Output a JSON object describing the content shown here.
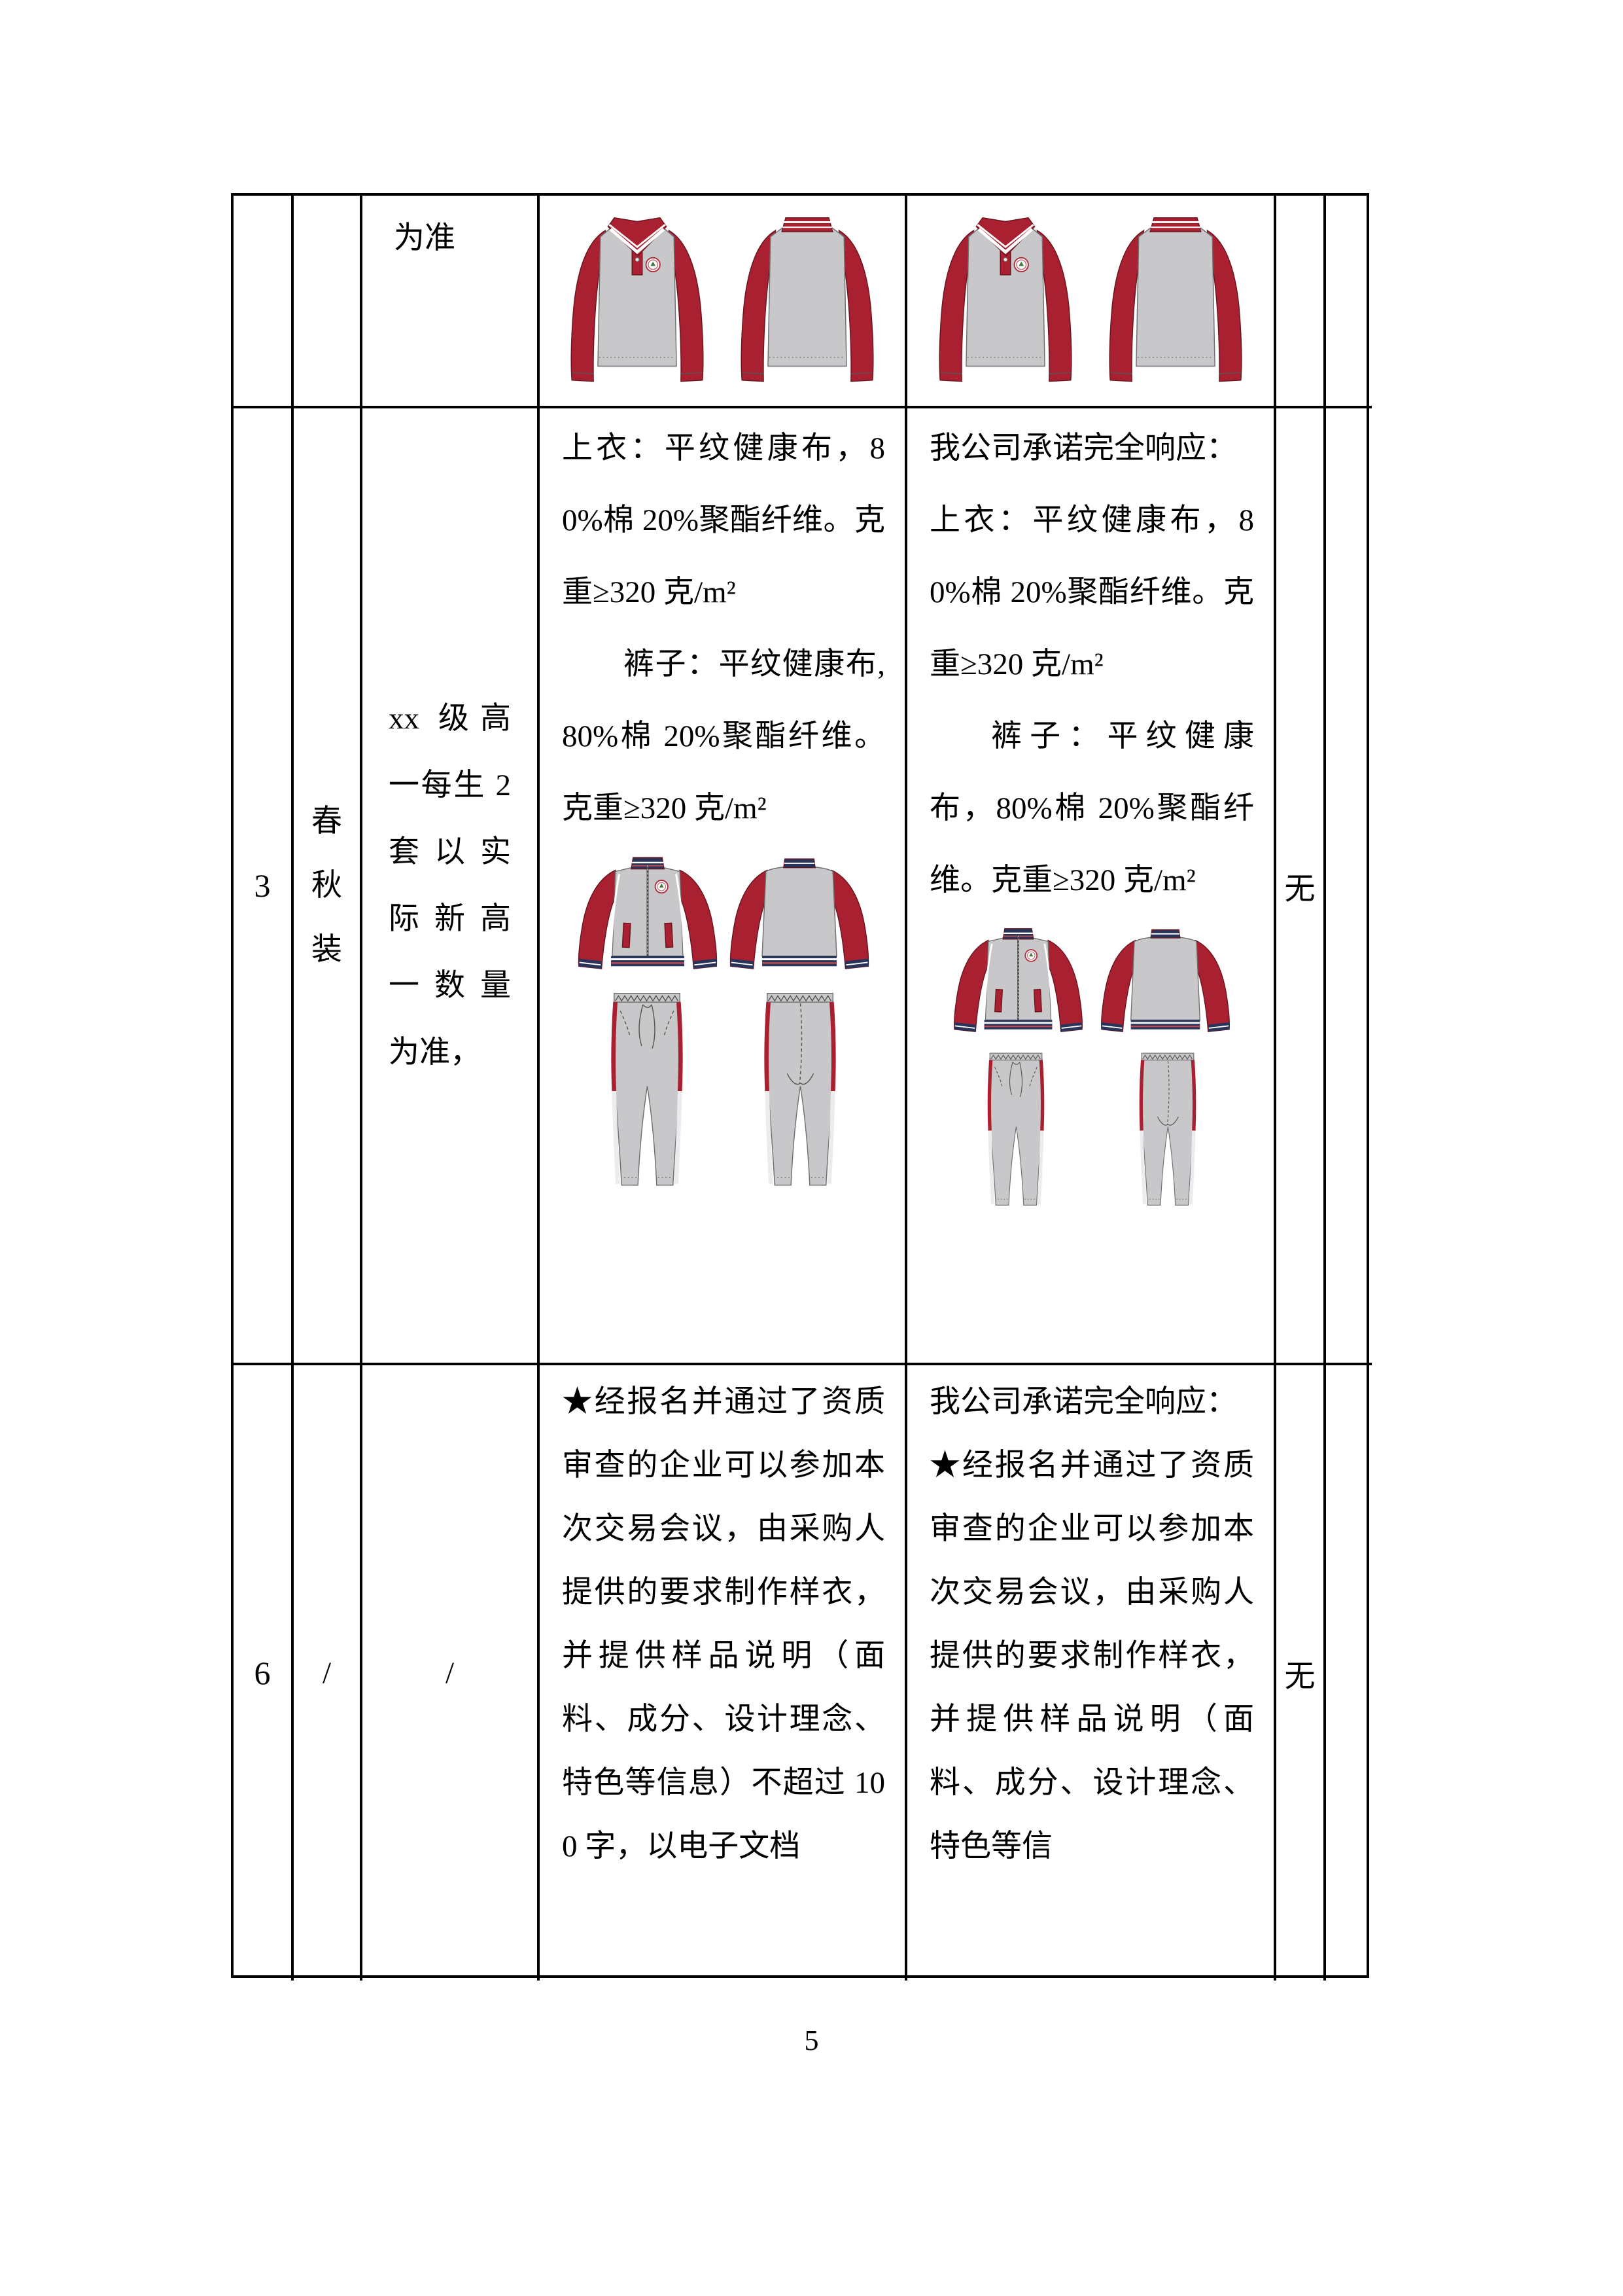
{
  "page": {
    "number": "5"
  },
  "colors": {
    "uniform_red": "#A92031",
    "uniform_gray": "#C8C8CA",
    "uniform_navy": "#283459",
    "badge_green": "#3E7C3E",
    "table_border": "#000000"
  },
  "table": {
    "row_continuation": {
      "description_tail": "为准"
    },
    "row_item3": {
      "no": "3",
      "category": "春秋装",
      "description": "xx 级高一每生 2 套以实际新高一数量为准，",
      "spec_p1": "上衣：平纹健康布，80%棉 20%聚酯纤维。克重≥320 克/m²",
      "spec_p2": "裤子：平纹健康布,80%棉 20%聚酯纤维。克重≥320 克/m²",
      "response_p1": "我公司承诺完全响应：",
      "response_p2": "上衣：平纹健康布，80%棉 20%聚酯纤维。克重≥320 克/m²",
      "response_p3": "裤子：平纹健康布，80%棉 20%聚酯纤维。克重≥320 克/m²",
      "deviation": "无"
    },
    "row_item6": {
      "no": "6",
      "category": "/",
      "description": "/",
      "spec": "★经报名并通过了资质审查的企业可以参加本次交易会议，由采购人提供的要求制作样衣，并提供样品说明（面料、成分、设计理念、特色等信息）不超过 100 字，以电子文档",
      "response_p1": "我公司承诺完全响应：",
      "response_p2": "★经报名并通过了资质审查的企业可以参加本次交易会议，由采购人提供的要求制作样衣，并提供样品说明（面料、成分、设计理念、特色等信",
      "deviation": "无"
    }
  }
}
